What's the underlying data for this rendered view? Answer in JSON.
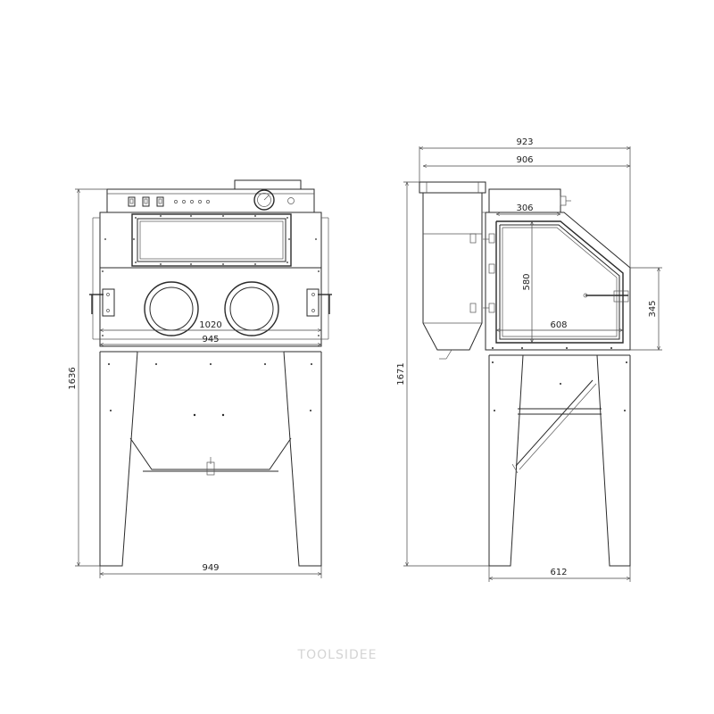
{
  "front_view": {
    "dimensions": {
      "total_height": "1636",
      "inner_width": "1020",
      "cabinet_width": "945",
      "base_width": "949"
    }
  },
  "side_view": {
    "dimensions": {
      "total_depth": "923",
      "cabinet_depth": "906",
      "top_segment": "306",
      "window_height": "580",
      "window_width": "608",
      "slope_height": "345",
      "total_height": "1671",
      "base_depth": "612"
    }
  },
  "watermark": "TOOLSIDEE"
}
